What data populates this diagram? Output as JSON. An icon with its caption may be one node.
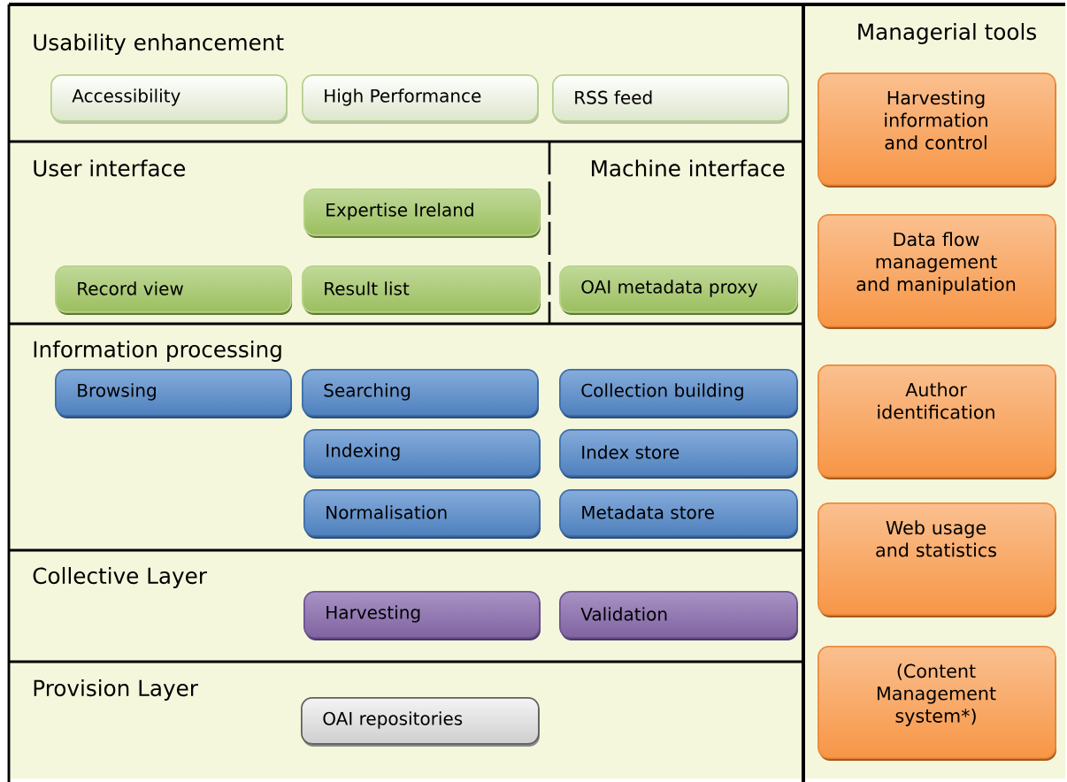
{
  "diagram": {
    "nodes": [
      {
        "text": [
          "Usability enhancement"
        ]
      },
      {
        "text": [
          "Accessibility"
        ],
        "in": 0
      },
      {
        "text": [
          "High Performance"
        ],
        "in": 0
      },
      {
        "text": [
          "RSS feed"
        ],
        "in": 0
      },
      {
        "text": [
          "User interface"
        ]
      },
      {
        "text": [
          "Expertise Ireland"
        ],
        "in": 4
      },
      {
        "text": [
          "Record view"
        ],
        "in": 4
      },
      {
        "text": [
          "Result list"
        ],
        "in": 4
      },
      {
        "text": [
          "Machine interface"
        ]
      },
      {
        "text": [
          "OAI metadata proxy"
        ],
        "in": 8
      },
      {
        "text": [
          "Information processing"
        ]
      },
      {
        "text": [
          "Browsing"
        ],
        "in": 10
      },
      {
        "text": [
          "Searching"
        ],
        "in": 10
      },
      {
        "text": [
          "Collection building"
        ],
        "in": 10
      },
      {
        "text": [
          "Indexing"
        ],
        "in": 10
      },
      {
        "text": [
          "Index store"
        ],
        "in": 10
      },
      {
        "text": [
          "Normalisation"
        ],
        "in": 10
      },
      {
        "text": [
          "Metadata store"
        ],
        "in": 10
      },
      {
        "text": [
          "Collective Layer"
        ]
      },
      {
        "text": [
          "Harvesting"
        ],
        "in": 18
      },
      {
        "text": [
          "Validation"
        ],
        "in": 18
      },
      {
        "text": [
          "Provision Layer"
        ]
      },
      {
        "text": [
          "OAI repositories"
        ],
        "in": 21
      },
      {
        "text": [
          "Managerial tools"
        ]
      },
      {
        "text": [
          "Harvesting information and control"
        ],
        "in": 23
      },
      {
        "text": [
          "Data flow management and manipulation"
        ],
        "in": 23
      },
      {
        "text": [
          "Author identification"
        ],
        "in": 23
      },
      {
        "text": [
          "Web usage and statistics"
        ],
        "in": 23
      },
      {
        "text": [
          "(Content Management system*)"
        ],
        "in": 23
      }
    ]
  }
}
